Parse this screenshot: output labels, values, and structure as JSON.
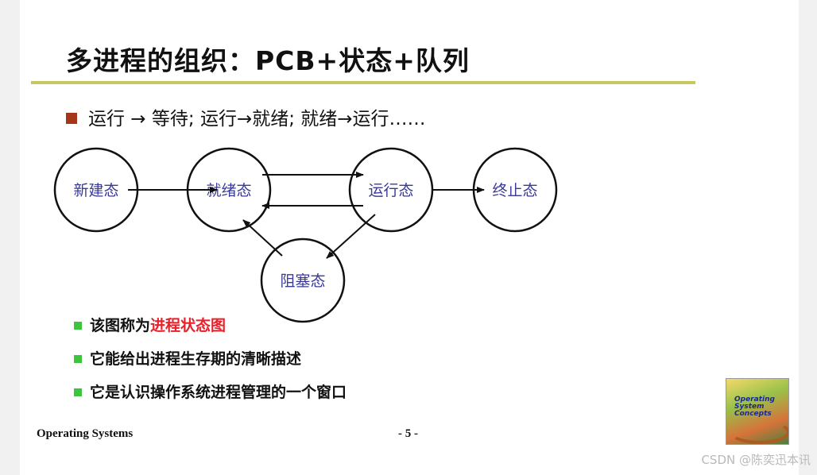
{
  "title": "多进程的组织：PCB+状态+队列",
  "main_bullet": "运行 → 等待; 运行→就绪; 就绪→运行……",
  "diagram": {
    "nodes": {
      "new": "新建态",
      "ready": "就绪态",
      "running": "运行态",
      "terminated": "终止态",
      "blocked": "阻塞态"
    }
  },
  "bullets": [
    {
      "prefix": "该图称为",
      "highlight": "进程状态图"
    },
    {
      "prefix": "它能给出进程生存期的清晰描述",
      "highlight": ""
    },
    {
      "prefix": "它是认识操作系统进程管理的一个窗口",
      "highlight": ""
    }
  ],
  "footer": {
    "course": "Operating Systems",
    "page": "- 5 -"
  },
  "book_cover": {
    "title_lines": [
      "Operating",
      "System",
      "Concepts"
    ]
  },
  "watermark": "CSDN @陈奕迅本讯",
  "colors": {
    "title_rule": "#c8c860",
    "main_bullet_square": "#a5361a",
    "sub_bullet_square": "#3cc43c",
    "highlight": "#e8202a",
    "node_text": "#3a3a9a"
  }
}
